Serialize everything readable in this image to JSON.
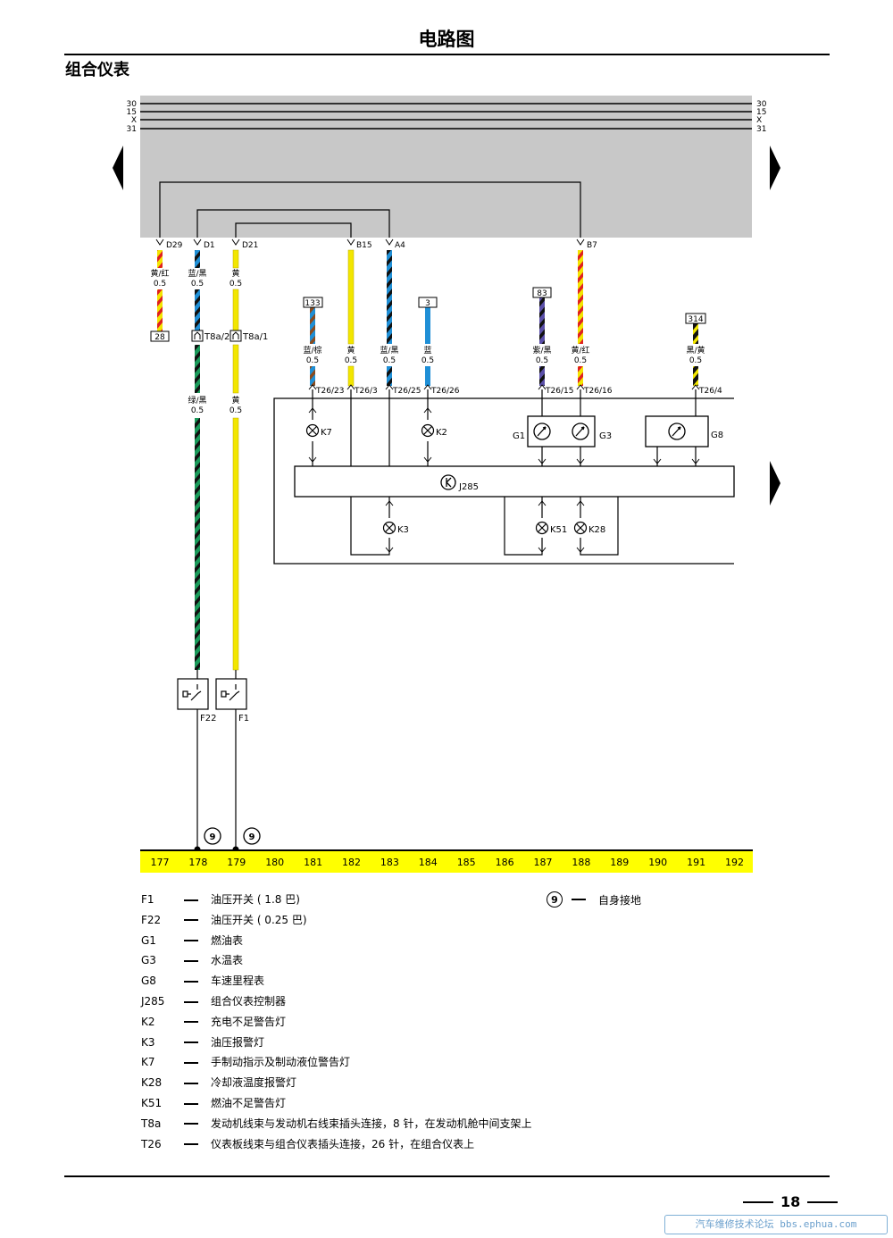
{
  "header": {
    "title": "电路图",
    "section": "组合仪表"
  },
  "buses": [
    {
      "label": "30"
    },
    {
      "label": "15"
    },
    {
      "label": "X"
    },
    {
      "label": "31"
    }
  ],
  "relay_pins": {
    "d29": "D29",
    "d1": "D1",
    "d21": "D21",
    "b15": "B15",
    "a4": "A4",
    "b7": "B7"
  },
  "wires": {
    "d29": {
      "color": "黄/红",
      "size": "0.5"
    },
    "d1": {
      "color": "蓝/黑",
      "size": "0.5"
    },
    "d21": {
      "color": "黄",
      "size": "0.5"
    },
    "lower_d1": {
      "color": "绿/黑",
      "size": "0.5"
    },
    "lower_d21": {
      "color": "黄",
      "size": "0.5"
    },
    "t23": {
      "color": "蓝/棕",
      "size": "0.5"
    },
    "t3": {
      "color": "黄",
      "size": "0.5"
    },
    "t25": {
      "color": "蓝/黑",
      "size": "0.5"
    },
    "t26": {
      "color": "蓝",
      "size": "0.5"
    },
    "t15": {
      "color": "紫/黑",
      "size": "0.5"
    },
    "t16": {
      "color": "黄/红",
      "size": "0.5"
    },
    "t4": {
      "color": "黑/黄",
      "size": "0.5"
    }
  },
  "refs": {
    "r28": "28",
    "r133": "133",
    "r3": "3",
    "r83": "83",
    "r314": "314"
  },
  "connectors": {
    "t8a2": "T8a/2",
    "t8a1": "T8a/1",
    "t26_23": "T26/23",
    "t26_3": "T26/3",
    "t26_25": "T26/25",
    "t26_26": "T26/26",
    "t26_15": "T26/15",
    "t26_16": "T26/16",
    "t26_4": "T26/4"
  },
  "components": {
    "k7": "K7",
    "k2": "K2",
    "k3": "K3",
    "k51": "K51",
    "k28": "K28",
    "g1": "G1",
    "g3": "G3",
    "g8": "G8",
    "j285": "J285",
    "f22": "F22",
    "f1": "F1"
  },
  "ground_marks": [
    "9",
    "9"
  ],
  "grid_numbers": [
    "177",
    "178",
    "179",
    "180",
    "181",
    "182",
    "183",
    "184",
    "185",
    "186",
    "187",
    "188",
    "189",
    "190",
    "191",
    "192"
  ],
  "legend": [
    {
      "code": "F1",
      "desc": "油压开关 ( 1.8 巴)"
    },
    {
      "code": "F22",
      "desc": "油压开关 ( 0.25 巴)"
    },
    {
      "code": "G1",
      "desc": "燃油表"
    },
    {
      "code": "G3",
      "desc": "水温表"
    },
    {
      "code": "G8",
      "desc": "车速里程表"
    },
    {
      "code": "J285",
      "desc": "组合仪表控制器"
    },
    {
      "code": "K2",
      "desc": "充电不足警告灯"
    },
    {
      "code": "K3",
      "desc": "油压报警灯"
    },
    {
      "code": "K7",
      "desc": "手制动指示及制动液位警告灯"
    },
    {
      "code": "K28",
      "desc": "冷却液温度报警灯"
    },
    {
      "code": "K51",
      "desc": "燃油不足警告灯"
    },
    {
      "code": "T8a",
      "desc": "发动机线束与发动机右线束插头连接，8 针，在发动机舱中间支架上"
    },
    {
      "code": "T26",
      "desc": "仪表板线束与组合仪表插头连接，26 针，在组合仪表上"
    }
  ],
  "ground_legend": {
    "mark": "9",
    "desc": "自身接地"
  },
  "footer": {
    "page": "18",
    "watermark": "汽车维修技术论坛 bbs.ephua.com"
  },
  "colors": {
    "relay_panel": "#c8c8c8",
    "grid_strip": "#ffff00",
    "yellow": "#f2e600",
    "red": "#e02020",
    "blue": "#1f8fd6",
    "green": "#1a9a5a",
    "purple": "#5a4fa8",
    "black": "#111111"
  }
}
